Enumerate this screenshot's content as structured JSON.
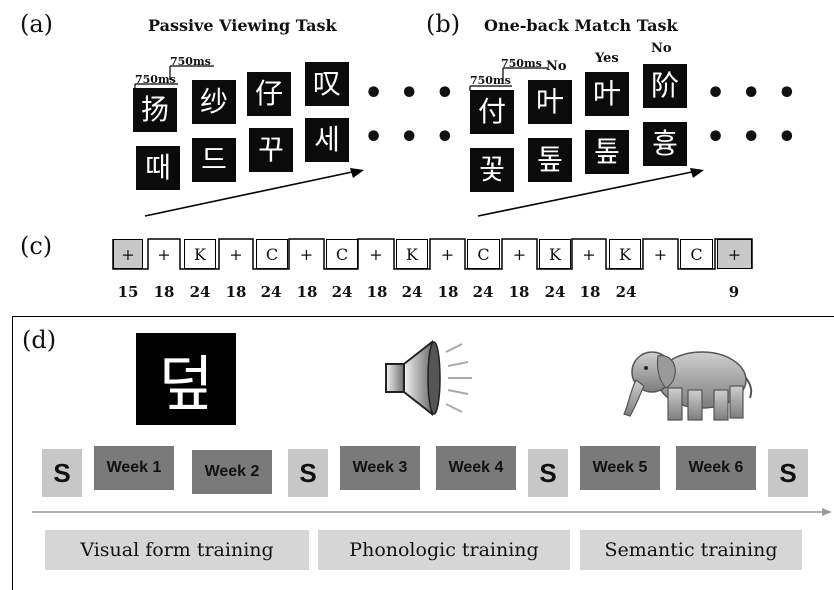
{
  "panel_a": {
    "label": "(a)",
    "title": "Passive Viewing Task",
    "timing_1": "750ms",
    "timing_2": "750ms",
    "stimuli_top": [
      "扬",
      "纱",
      "仔",
      "叹"
    ],
    "stimuli_bottom": [
      "때",
      "드",
      "꾸",
      "세"
    ],
    "ellipsis": "• • •"
  },
  "panel_b": {
    "label": "(b)",
    "title": "One-back Match Task",
    "timing_1": "750ms",
    "timing_2": "750ms",
    "answers": [
      "No",
      "Yes",
      "No"
    ],
    "stimuli_top": [
      "付",
      "叶",
      "叶",
      "阶"
    ],
    "stimuli_bottom": [
      "꽃",
      "톺",
      "톺",
      "흉"
    ],
    "ellipsis": "• • •"
  },
  "panel_c": {
    "label": "(c)",
    "blocks": [
      "+",
      "+",
      "K",
      "+",
      "C",
      "+",
      "C",
      "+",
      "K",
      "+",
      "C",
      "+",
      "K",
      "+",
      "K",
      "+",
      "C",
      "+"
    ],
    "durations": [
      "15",
      "18",
      "24",
      "18",
      "24",
      "18",
      "24",
      "18",
      "24",
      "18",
      "24",
      "18",
      "24",
      "18",
      "24",
      "9"
    ]
  },
  "panel_d": {
    "label": "(d)",
    "visual_glyph": "덮",
    "icons": [
      "speaker-icon",
      "elephant-icon"
    ],
    "schedule": [
      "S",
      "Week 1",
      "Week 2",
      "S",
      "Week 3",
      "Week 4",
      "S",
      "Week 5",
      "Week 6",
      "S"
    ],
    "trainings": [
      "Visual form training",
      "Phonologic training",
      "Semantic training"
    ],
    "colors": {
      "week_box": "#7a7a7a",
      "scan_box": "#c7c7c7",
      "training_box": "#d6d6d6"
    }
  }
}
